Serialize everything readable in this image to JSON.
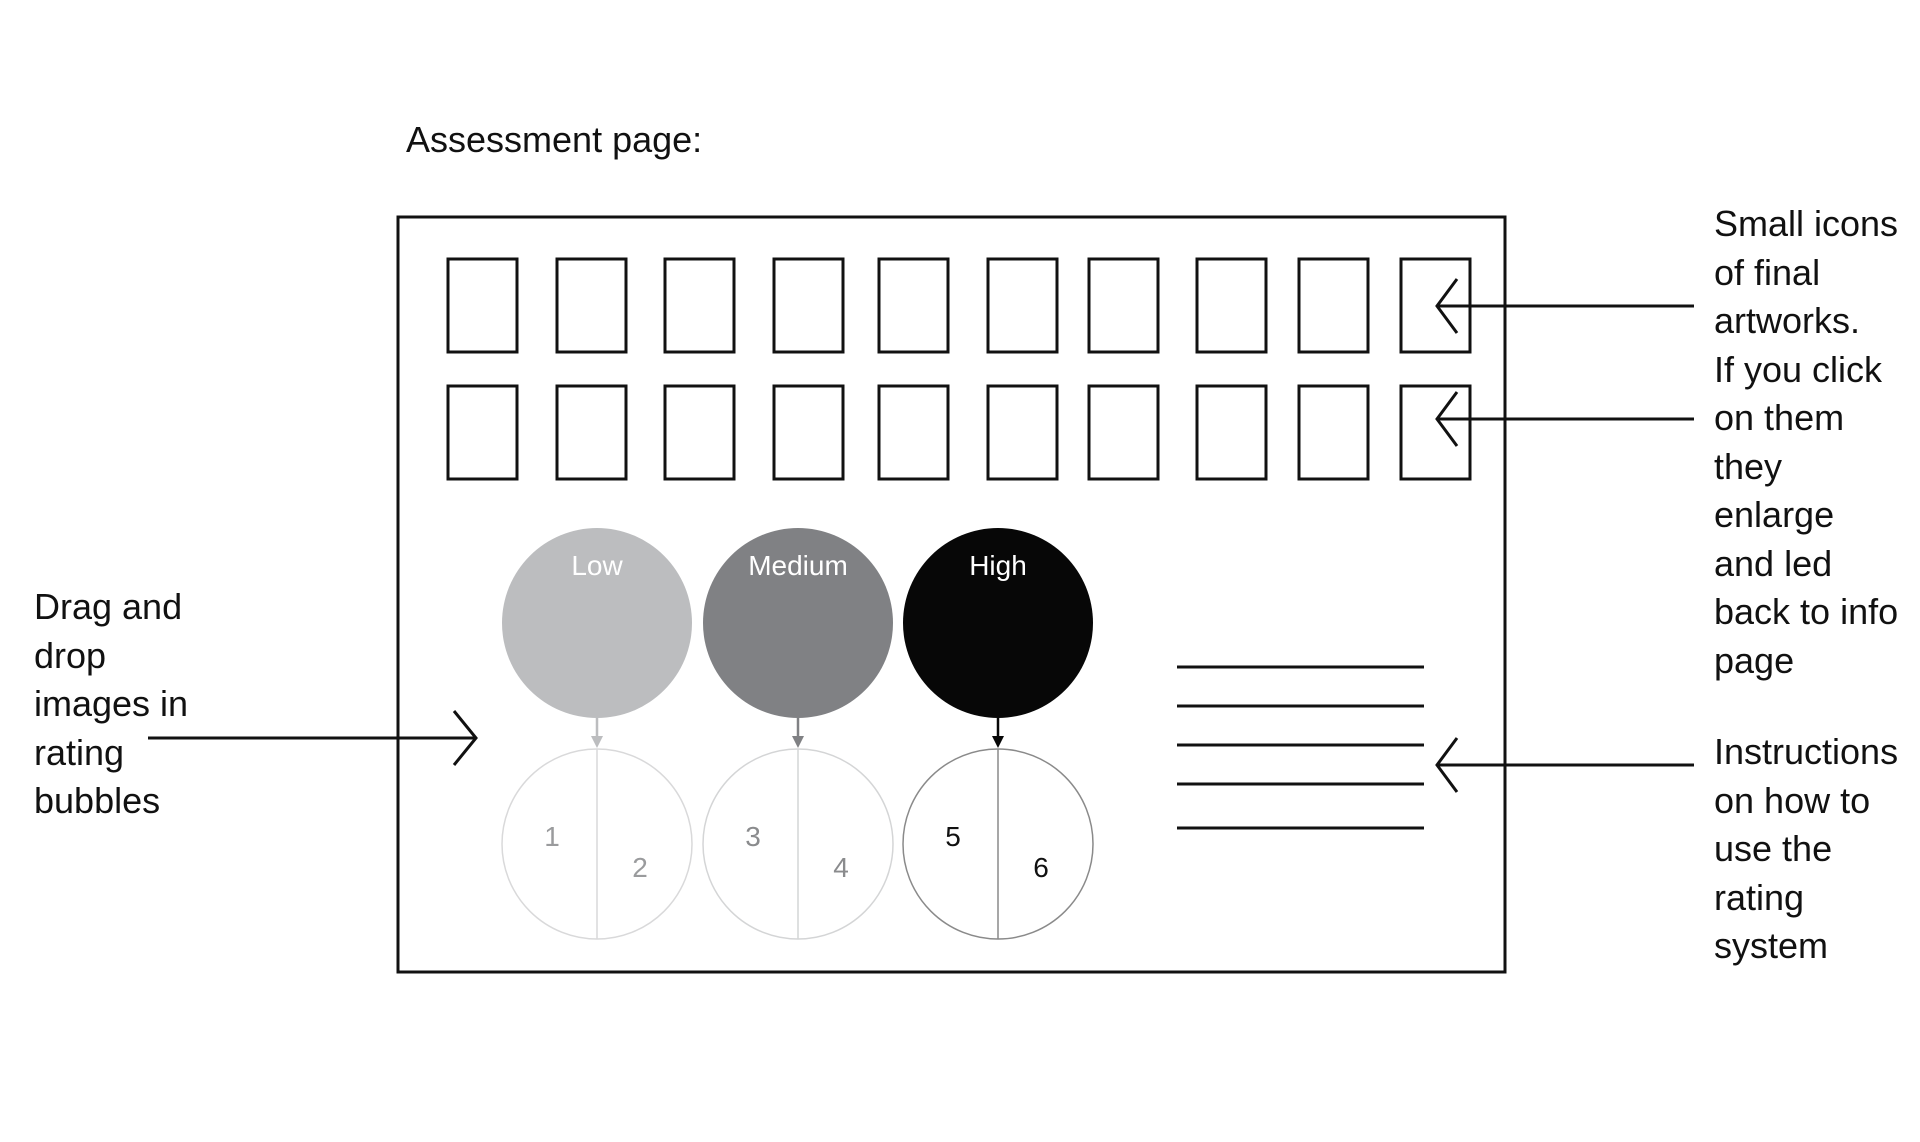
{
  "title": "Assessment page:",
  "thumbnail_rows": 2,
  "thumbnail_columns": 10,
  "rating_bubbles": [
    {
      "label": "Low",
      "color": "#bcbdbf",
      "slots": [
        "1",
        "2"
      ],
      "outline": "#d9d9da",
      "slot_text_color": "#9a9b9d",
      "arrow_color": "#bcbdbf"
    },
    {
      "label": "Medium",
      "color": "#808184",
      "slots": [
        "3",
        "4"
      ],
      "outline": "#d4d5d6",
      "slot_text_color": "#8a8b8d",
      "arrow_color": "#808184"
    },
    {
      "label": "High",
      "color": "#070707",
      "slots": [
        "5",
        "6"
      ],
      "outline": "#8a8a8a",
      "slot_text_color": "#111111",
      "arrow_color": "#070707"
    }
  ],
  "bubble_label_color": "#ffffff",
  "instruction_line_count": 5,
  "annotations": {
    "left": [
      "Drag and",
      "drop",
      "images in",
      "rating",
      "bubbles"
    ],
    "right_top": [
      "Small icons",
      "of final",
      "artworks.",
      "If you click",
      "on them",
      "they",
      "enlarge",
      "and led",
      "back to info",
      "page"
    ],
    "right_bottom": [
      "Instructions",
      "on how to",
      "use the",
      "rating",
      "system"
    ]
  }
}
